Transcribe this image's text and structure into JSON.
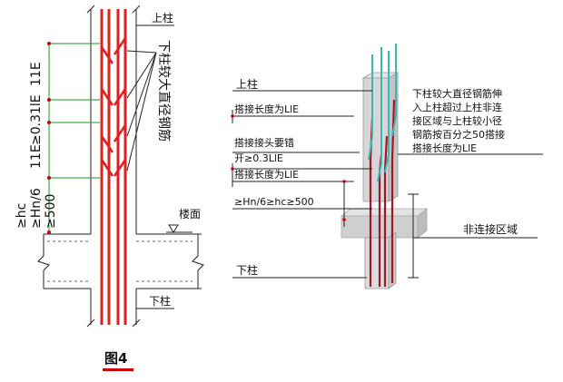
{
  "left_diagram": {
    "upper_column": "上柱",
    "lower_column": "下柱",
    "floor": "楼面",
    "vertical_note": "下柱较大直径钢筋",
    "dim_031": "≥0.31lE",
    "dim_11E": "11E",
    "dim_11E_2": "11E",
    "dim_hc": "≥hc",
    "dim_hn6": "≥Hn/6",
    "dim_500": "≥500"
  },
  "right_diagram": {
    "upper_column": "上柱",
    "lap_len_1": "搭接长度为LlE",
    "stagger": "搭接接头要错",
    "stagger_2": "开≥0.3LlE",
    "lap_len_2": "搭接长度为LlE",
    "zone_rule": "≥Hn/6≥hc≥500",
    "lower_column": "下柱",
    "non_conn": "非连接区域",
    "desc_1": "下柱较大直径钢筋伸",
    "desc_2": "入上柱超过上柱非连",
    "desc_3": "接区域与上柱较小径",
    "desc_4": "钢筋按百分之50搭接",
    "desc_5": "搭接长度为LlE"
  },
  "caption": "图4",
  "colors": {
    "rebar": "#e02020",
    "accent": "#cc0000",
    "green": "#1a9a1a",
    "teal": "#3cb8b0"
  }
}
